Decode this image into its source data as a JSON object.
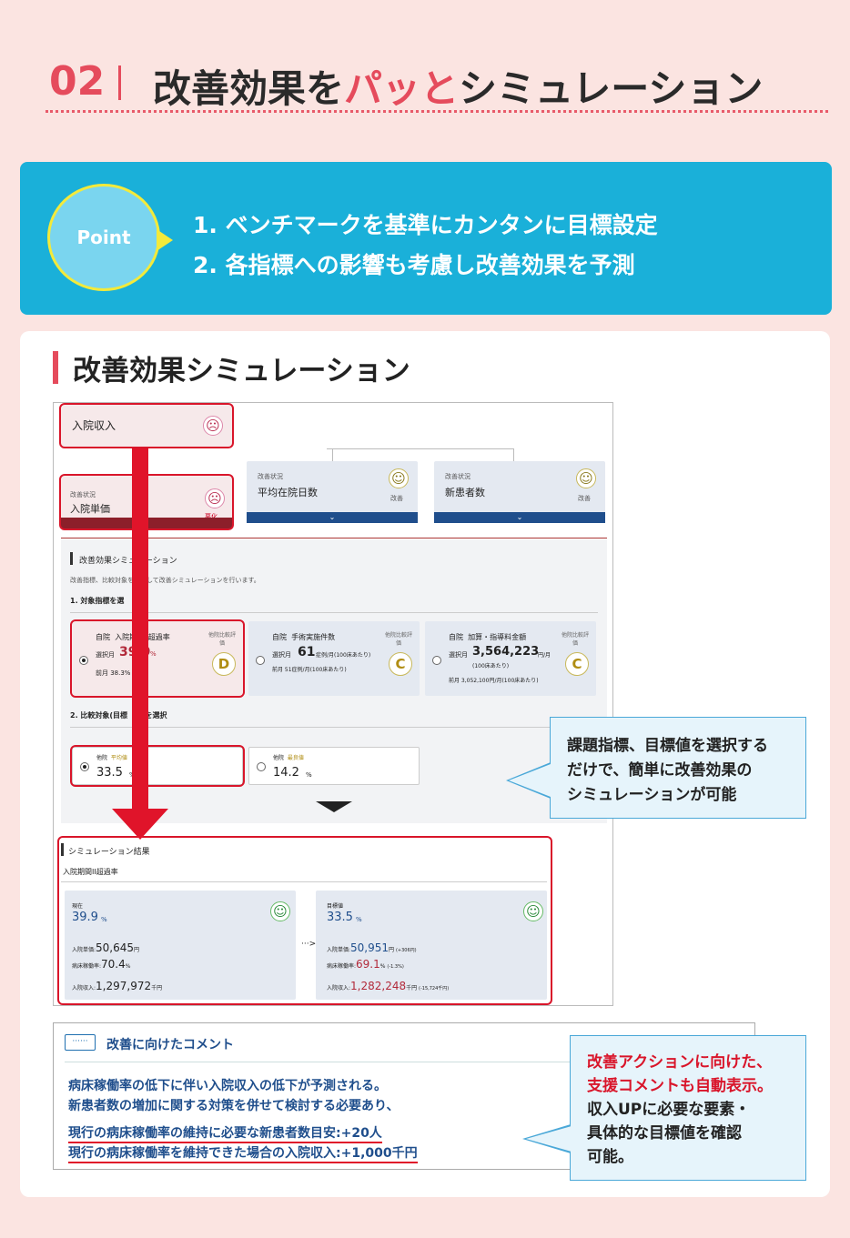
{
  "header": {
    "number": "02",
    "title_prefix": "改善効果を",
    "title_highlight": "パッと",
    "title_suffix": "シミュレーション"
  },
  "point": {
    "badge": "Point",
    "items": [
      "1. ベンチマークを基準にカンタンに目標設定",
      "2. 各指標への影響も考慮し改善効果を予測"
    ]
  },
  "section": {
    "title": "改善効果シミュレーション"
  },
  "screenshot": {
    "root": {
      "label": "入院収入"
    },
    "tree": [
      {
        "status_label": "改善状況",
        "name": "入院単価",
        "status": "悪化"
      },
      {
        "status_label": "改善状況",
        "name": "平均在院日数",
        "status": "改善"
      },
      {
        "status_label": "改善状況",
        "name": "新患者数",
        "status": "改善"
      }
    ],
    "sim_panel": {
      "title": "改善効果シミュレーション",
      "desc": "改善指標、比較対象を選択して改善シミュレーションを行います。",
      "step1": "1. 対象指標を選",
      "step2": "2. 比較対象(目標",
      "step2_tail": "を選択",
      "indicators": [
        {
          "prefix": "自院",
          "name": "入院期間II超過率",
          "eval_label": "他院比較評価",
          "period": "選択月",
          "value": "39.9",
          "unit": "%",
          "prev": "前月 38.3%",
          "grade": "D",
          "selected": true
        },
        {
          "prefix": "自院",
          "name": "手術実施件数",
          "eval_label": "他院比較評価",
          "period": "選択月",
          "value": "61",
          "unit": "症例/月(100床あたり)",
          "prev": "前月 51症例/月(100床あたり)",
          "grade": "C",
          "selected": false
        },
        {
          "prefix": "自院",
          "name": "加算・指導料金額",
          "eval_label": "他院比較評価",
          "period": "選択月",
          "value": "3,564,223",
          "unit": "円/月",
          "unit2": "(100床あたり)",
          "prev": "前月 3,052,100円/月(100床あたり)",
          "grade": "C",
          "selected": false
        }
      ],
      "targets": [
        {
          "prefix": "他院",
          "tag": "平均値",
          "value": "33.5",
          "unit": "%",
          "selected": true
        },
        {
          "prefix": "他院",
          "tag": "最良値",
          "value": "14.2",
          "unit": "%",
          "selected": false
        }
      ]
    },
    "result": {
      "title": "シミュレーション結果",
      "metric": "入院期間II超過率",
      "arrow": "···>",
      "current": {
        "label": "現在",
        "value": "39.9",
        "unit": "%",
        "unit_price_label": "入院単価:",
        "unit_price": "50,645",
        "unit_price_unit": "円",
        "occupancy_label": "病床稼働率:",
        "occupancy": "70.4",
        "occupancy_unit": "%",
        "revenue_label": "入院収入:",
        "revenue": "1,297,972",
        "revenue_unit": "千円"
      },
      "target": {
        "label": "目標値",
        "value": "33.5",
        "unit": "%",
        "unit_price_label": "入院単価:",
        "unit_price": "50,951",
        "unit_price_unit": "円",
        "unit_price_delta": "(+306円)",
        "occupancy_label": "病床稼働率:",
        "occupancy": "69.1",
        "occupancy_unit": "%",
        "occupancy_delta": "(-1.3%)",
        "revenue_label": "入院収入:",
        "revenue": "1,282,248",
        "revenue_unit": "千円",
        "revenue_delta": "(-15,724千円)"
      }
    }
  },
  "callout1": {
    "lines": [
      "課題指標、目標値を選択する",
      "だけで、簡単に改善効果の",
      "シミュレーションが可能"
    ]
  },
  "comment": {
    "title": "改善に向けたコメント",
    "lines": [
      "病床稼働率の低下に伴い入院収入の低下が予測される。",
      "新患者数の増加に関する対策を併せて検討する必要あり、"
    ],
    "underlined": [
      "現行の病床稼働率の維持に必要な新患者数目安:+20人",
      "現行の病床稼働率を維持できた場合の入院収入:+1,000千円"
    ]
  },
  "callout2": {
    "red_lines": [
      "改善アクションに向けた、",
      "支援コメントも自動表示。"
    ],
    "lines": [
      "収入UPに必要な要素・",
      "具体的な目標値を確認",
      "可能。"
    ]
  },
  "colors": {
    "accent_red": "#e54b5c",
    "point_blue": "#1ab0d9",
    "navy": "#1f4e8c",
    "alert_red": "#d9152a"
  }
}
